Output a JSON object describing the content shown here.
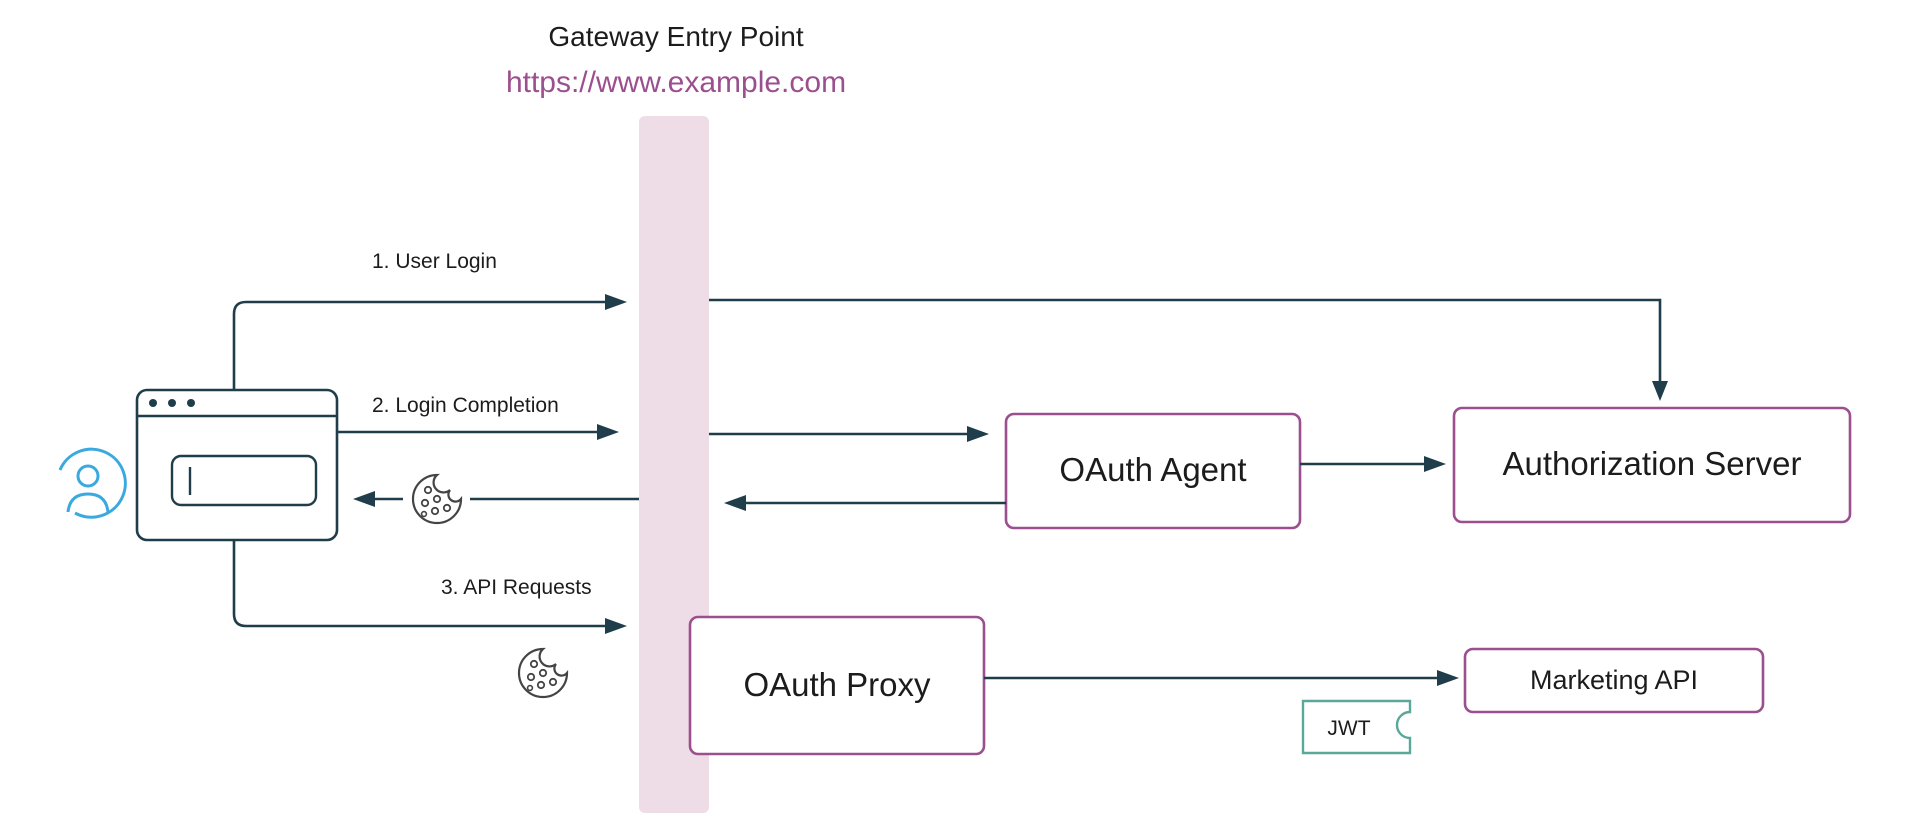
{
  "header": {
    "title": "Gateway Entry Point",
    "url": "https://www.example.com"
  },
  "flows": {
    "user_login": "1. User Login",
    "login_completion": "2. Login Completion",
    "api_requests": "3. API Requests"
  },
  "nodes": {
    "oauth_agent": "OAuth Agent",
    "authorization_server": "Authorization Server",
    "oauth_proxy": "OAuth Proxy",
    "marketing_api": "Marketing API"
  },
  "token": {
    "label": "JWT"
  },
  "colors": {
    "gateway_bar": "#eedce6",
    "box_border": "#9c4f8e",
    "arrow": "#1f3d4a",
    "url_text": "#9c4f8e",
    "user_icon": "#3aa9e0",
    "jwt_border": "#5aa89a"
  },
  "icons": {
    "user": "user-circle-icon",
    "browser": "browser-window-icon",
    "cookie": "cookie-icon",
    "token": "jwt-ticket-icon"
  }
}
